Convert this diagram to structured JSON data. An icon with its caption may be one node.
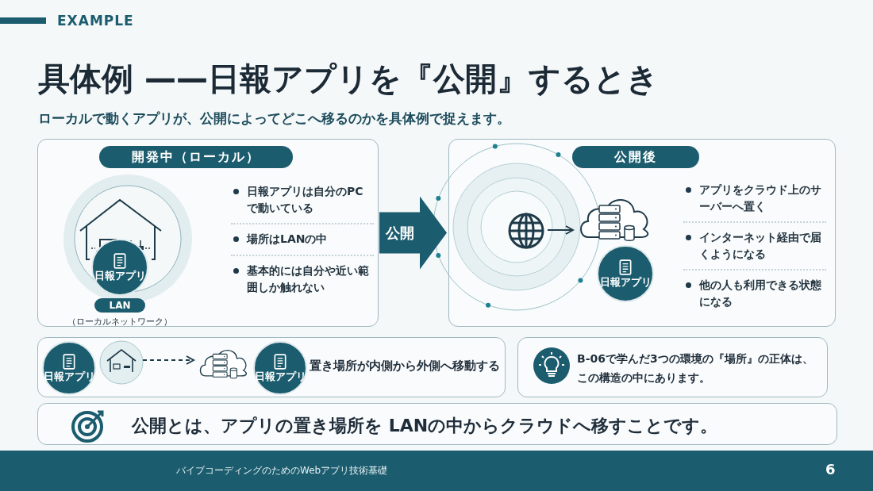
{
  "diagram": {
    "title": "具体例 ——日報アプリを『公開』するとき",
    "nodes": [
      {
        "text": [
          "開発中（ローカル）",
          "日報アプリは自分のPCで動いている",
          "場所はLANの中",
          "基本的には自分や近い範囲しか触れない"
        ]
      },
      {
        "text": [
          "日報アプリ"
        ],
        "in": 0
      },
      {
        "text": [
          "LAN"
        ],
        "in": 0,
        "beside": [
          "（ローカルネットワーク）"
        ]
      },
      {
        "text": [
          "公開後",
          "アプリをクラウド上のサーバーへ置く",
          "インターネット経由で届くようになる",
          "他の人も利用できる状態になる"
        ]
      },
      {
        "text": [],
        "shape": "globe",
        "in": 3
      },
      {
        "text": [],
        "shape": "cloud",
        "in": 3
      },
      {
        "text": [
          "日報アプリ"
        ],
        "in": 3
      },
      {
        "text": [
          "置き場所が内側から外側へ移動する"
        ]
      },
      {
        "text": [],
        "shape": "house",
        "in": 7
      },
      {
        "text": [
          "日報アプリ"
        ],
        "in": 7
      },
      {
        "text": [],
        "shape": "cloud",
        "in": 7
      },
      {
        "text": [
          "日報アプリ"
        ],
        "in": 7
      },
      {
        "text": [
          "B-06で学んだ3つの環境の『場所』の正体は、この構造の中にあります。"
        ]
      },
      {
        "text": [
          "公開とは、アプリの置き場所を LANの中からクラウドへ移すことです。"
        ]
      }
    ],
    "edges": [
      {
        "from": 0,
        "to": 3,
        "arrow": "to",
        "label": "公開",
        "style": "thick"
      },
      {
        "from": 4,
        "to": 5,
        "arrow": "to"
      },
      {
        "from": 8,
        "to": 10,
        "arrow": "to",
        "style": "dashed"
      }
    ],
    "labels": [
      "EXAMPLE",
      "ローカルで動くアプリが、公開によってどこへ移るのかを具体例で捉えます。",
      "バイブコーディングのためのWebアプリ技術基礎",
      "6"
    ]
  }
}
